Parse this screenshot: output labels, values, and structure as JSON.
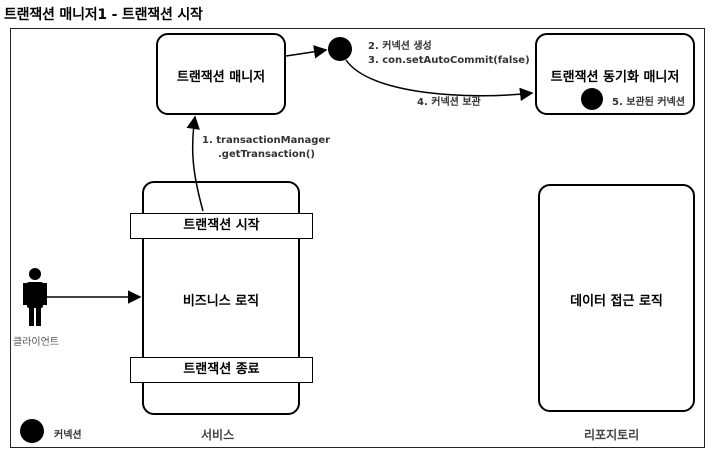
{
  "title": "트랜잭션 매니저1 - 트랜잭션 시작",
  "boxes": {
    "tx_manager": "트랜잭션 매니저",
    "tx_sync_manager": "트랜잭션 동기화 매니저",
    "service_start": "트랜잭션 시작",
    "service_logic": "비즈니스 로직",
    "service_end": "트랜잭션 종료",
    "repo_logic": "데이터 접근 로직"
  },
  "steps": {
    "step1_line1": "1. transactionManager",
    "step1_line2": ".getTransaction()",
    "step2": "2. 커넥션 생성",
    "step3": "3. con.setAutoCommit(false)",
    "step4": "4. 커넥션 보관",
    "step5": "5. 보관된 커넥션"
  },
  "labels": {
    "client": "클라이언트",
    "service": "서비스",
    "repository": "리포지토리",
    "legend_connection": "커넥션"
  }
}
